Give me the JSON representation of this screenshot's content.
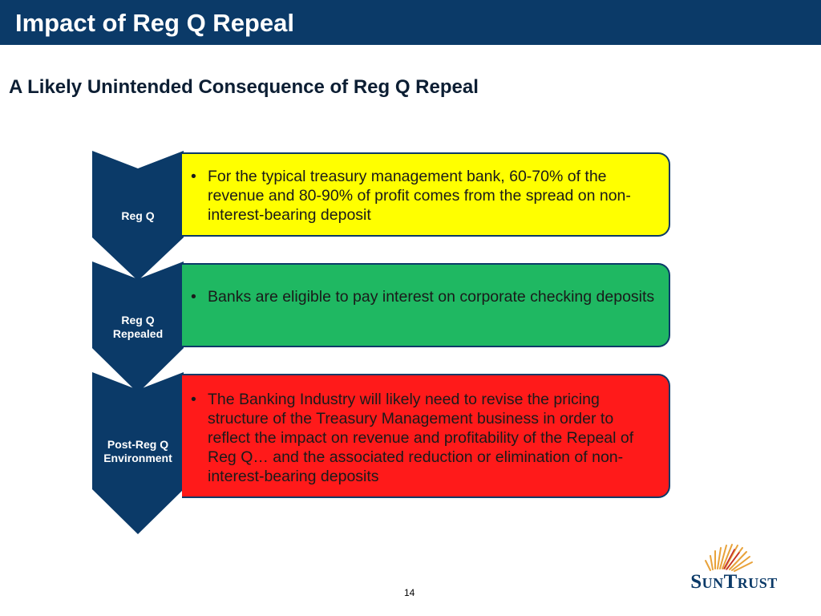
{
  "header": {
    "title": "Impact of Reg Q Repeal"
  },
  "subtitle": "A Likely Unintended Consequence of Reg Q Repeal",
  "stages": [
    {
      "label_lines": [
        "Reg Q"
      ],
      "color": "#ffff00",
      "bullets": [
        "For the typical treasury management bank, 60-70% of the revenue and  80-90% of profit comes from the spread on non-interest-bearing deposit"
      ]
    },
    {
      "label_lines": [
        "Reg Q",
        "Repealed"
      ],
      "color": "#1fb862",
      "bullets": [
        "Banks are eligible to pay interest on corporate checking deposits"
      ]
    },
    {
      "label_lines": [
        "Post-Reg Q",
        "Environment"
      ],
      "color": "#ff1a1a",
      "bullets": [
        "The Banking Industry will likely need to revise the pricing structure of the Treasury Management business in order to reflect the impact on revenue and profitability of the Repeal of Reg Q… and the associated reduction or elimination of non-interest-bearing deposits"
      ]
    }
  ],
  "footer": {
    "page_number": "14"
  },
  "logo": {
    "icon": "sunburst-icon",
    "text_big_1": "S",
    "text_small_1": "UN",
    "text_big_2": "T",
    "text_small_2": "RUST"
  },
  "colors": {
    "navy": "#0b3a68",
    "logo_gold": "#e8a23a"
  }
}
